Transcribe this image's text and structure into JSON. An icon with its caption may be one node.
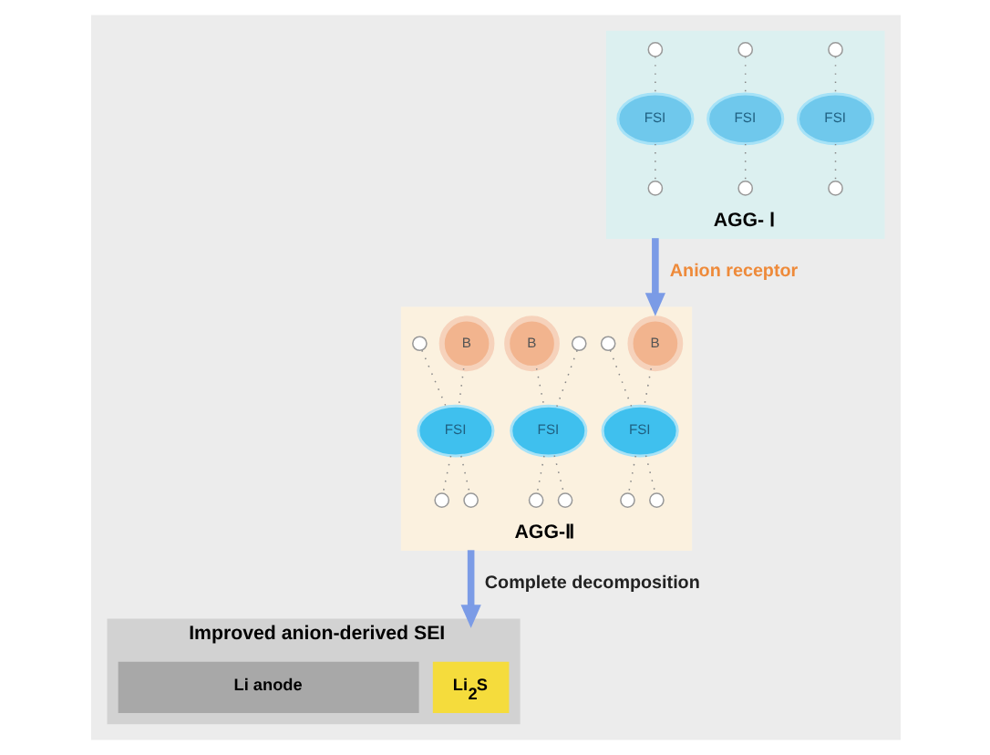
{
  "diagram": {
    "nodes": [
      {
        "text": [
          "AGG- Ⅰ"
        ]
      },
      {
        "text": [
          "FSI"
        ],
        "in": 0
      },
      {
        "text": [
          "FSI"
        ],
        "in": 0
      },
      {
        "text": [
          "FSI"
        ],
        "in": 0
      },
      {
        "text": [],
        "shape": "circle",
        "in": 0
      },
      {
        "text": [],
        "shape": "circle",
        "in": 0
      },
      {
        "text": [],
        "shape": "circle",
        "in": 0
      },
      {
        "text": [],
        "shape": "circle",
        "in": 0
      },
      {
        "text": [],
        "shape": "circle",
        "in": 0
      },
      {
        "text": [],
        "shape": "circle",
        "in": 0
      },
      {
        "text": [
          "AGG-Ⅱ"
        ]
      },
      {
        "text": [
          "B"
        ],
        "in": 10
      },
      {
        "text": [
          "B"
        ],
        "in": 10
      },
      {
        "text": [
          "B"
        ],
        "in": 10
      },
      {
        "text": [
          "FSI"
        ],
        "in": 10
      },
      {
        "text": [
          "FSI"
        ],
        "in": 10
      },
      {
        "text": [
          "FSI"
        ],
        "in": 10
      },
      {
        "text": [],
        "shape": "circle",
        "in": 10
      },
      {
        "text": [],
        "shape": "circle",
        "in": 10
      },
      {
        "text": [],
        "shape": "circle",
        "in": 10
      },
      {
        "text": [],
        "shape": "circle",
        "in": 10
      },
      {
        "text": [],
        "shape": "circle",
        "in": 10
      },
      {
        "text": [],
        "shape": "circle",
        "in": 10
      },
      {
        "text": [],
        "shape": "circle",
        "in": 10
      },
      {
        "text": [],
        "shape": "circle",
        "in": 10
      },
      {
        "text": [],
        "shape": "circle",
        "in": 10
      },
      {
        "text": [
          "Improved anion-derived SEI"
        ]
      },
      {
        "text": [
          "Li$_{2}$S"
        ],
        "in": 26
      },
      {
        "text": [
          "Li anode"
        ],
        "in": 26
      }
    ],
    "edges": [
      {
        "from": 4,
        "to": 1,
        "arrow": "none",
        "style": "dashed"
      },
      {
        "from": 1,
        "to": 5,
        "arrow": "none",
        "style": "dashed"
      },
      {
        "from": 6,
        "to": 2,
        "arrow": "none",
        "style": "dashed"
      },
      {
        "from": 2,
        "to": 7,
        "arrow": "none",
        "style": "dashed"
      },
      {
        "from": 8,
        "to": 3,
        "arrow": "none",
        "style": "dashed"
      },
      {
        "from": 3,
        "to": 9,
        "arrow": "none",
        "style": "dashed"
      },
      {
        "from": 0,
        "to": 10,
        "arrow": "to",
        "label": "Anion receptor",
        "style": "thick",
        "color": "#7b9be6"
      },
      {
        "from": 11,
        "to": 14,
        "arrow": "none",
        "style": "dashed"
      },
      {
        "from": 17,
        "to": 14,
        "arrow": "none",
        "style": "dashed"
      },
      {
        "from": 14,
        "to": 18,
        "arrow": "none",
        "style": "dashed"
      },
      {
        "from": 14,
        "to": 19,
        "arrow": "none",
        "style": "dashed"
      },
      {
        "from": 12,
        "to": 15,
        "arrow": "none",
        "style": "dashed"
      },
      {
        "from": 20,
        "to": 15,
        "arrow": "none",
        "style": "dashed"
      },
      {
        "from": 15,
        "to": 21,
        "arrow": "none",
        "style": "dashed"
      },
      {
        "from": 15,
        "to": 22,
        "arrow": "none",
        "style": "dashed"
      },
      {
        "from": 13,
        "to": 16,
        "arrow": "none",
        "style": "dashed"
      },
      {
        "from": 23,
        "to": 16,
        "arrow": "none",
        "style": "dashed"
      },
      {
        "from": 16,
        "to": 24,
        "arrow": "none",
        "style": "dashed"
      },
      {
        "from": 16,
        "to": 25,
        "arrow": "none",
        "style": "dashed"
      },
      {
        "from": 10,
        "to": 26,
        "arrow": "to",
        "label": "Complete decomposition",
        "style": "thick",
        "color": "#7b9be6"
      }
    ]
  }
}
